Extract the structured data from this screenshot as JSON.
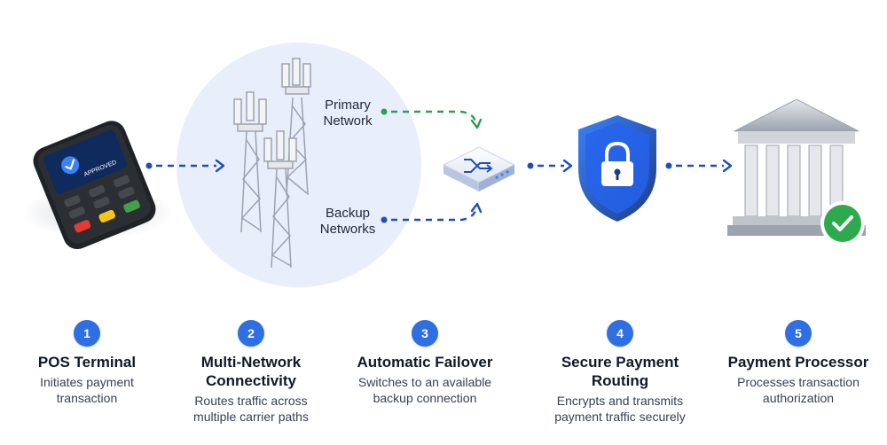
{
  "diagram": {
    "network_labels": {
      "primary": [
        "Primary",
        "Network"
      ],
      "backup": [
        "Backup",
        "Networks"
      ]
    },
    "terminal_screen_text": "APPROVED",
    "colors": {
      "accent": "#2f6fe4",
      "primary_link": "#2e9e4f",
      "backup_link": "#1e4fb8",
      "halo": "#e9eefb",
      "success": "#2eaa4e"
    },
    "steps": [
      {
        "number": "1",
        "title": [
          "POS Terminal"
        ],
        "description": [
          "Initiates payment",
          "transaction"
        ]
      },
      {
        "number": "2",
        "title": [
          "Multi-Network",
          "Connectivity"
        ],
        "description": [
          "Routes traffic across",
          "multiple carrier paths"
        ]
      },
      {
        "number": "3",
        "title": [
          "Automatic Failover"
        ],
        "description": [
          "Switches to an available",
          "backup connection"
        ]
      },
      {
        "number": "4",
        "title": [
          "Secure Payment",
          "Routing"
        ],
        "description": [
          "Encrypts and transmits",
          "payment traffic securely"
        ]
      },
      {
        "number": "5",
        "title": [
          "Payment Processor"
        ],
        "description": [
          "Processes transaction",
          "authorization"
        ]
      }
    ]
  }
}
